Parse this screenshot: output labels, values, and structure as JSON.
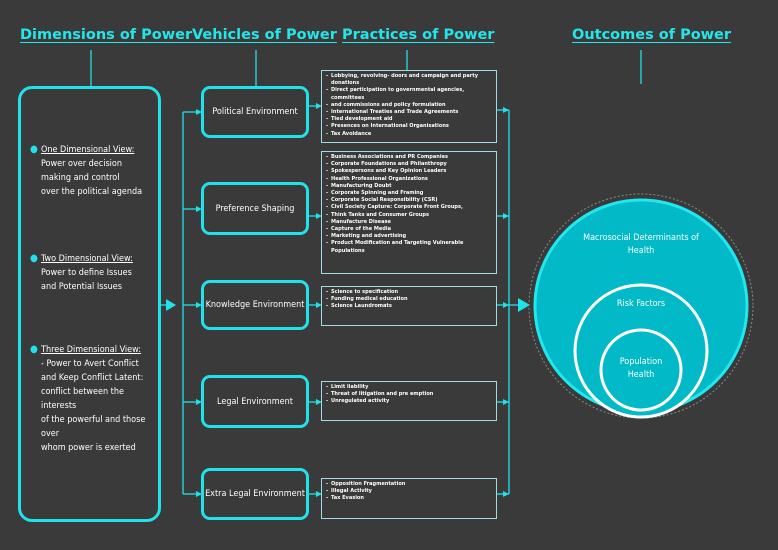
{
  "headers": {
    "dimensions": "Dimensions of Power",
    "vehicles": "Vehicles of Power",
    "practices": "Practices of Power",
    "outcomes": "Outcomes of Power"
  },
  "dimensions": {
    "one": {
      "title": "One Dimensional View:",
      "lines": [
        "Power over decision",
        "making and control",
        "over the political agenda"
      ]
    },
    "two": {
      "title": "Two Dimensional View:",
      "lines": [
        "Power to define Issues",
        "and Potential Issues"
      ]
    },
    "three": {
      "title": "Three Dimensional View:",
      "lines": [
        "- Power to Avert Conflict",
        "and Keep Conflict Latent:",
        "conflict between the interests",
        "of the powerful and those over",
        "whom power is exerted"
      ]
    }
  },
  "vehicles": [
    {
      "label": "Political Environment"
    },
    {
      "label": "Preference Shaping"
    },
    {
      "label": "Knowledge Environment"
    },
    {
      "label": "Legal Environment"
    },
    {
      "label": "Extra Legal Environment"
    }
  ],
  "practices": [
    {
      "items": [
        "Lobbying, revolving- doors and campaign and party donations",
        "Direct participation to governmental agencies, committees",
        "and commissions and policy formulation",
        "International Treaties and Trade Agreements",
        "Tied development aid",
        "Presences on International Organisations",
        "Tax Avoidance"
      ]
    },
    {
      "items": [
        "Business Associations and PR Companies",
        "Corporate Foundations and Philanthropy",
        "Spokespersons and Key Opinion Leaders",
        "Health Professional Organizations",
        "Manufacturing Doubt",
        "Corporate Spinning and Framing",
        "Corporate Social Responsibility (CSR)",
        "Civil Society Capture: Corporate Front Groups,",
        "Think Tanks and Consumer Groups",
        "Manufacture Disease",
        "Capture of the Media",
        "Marketing and advertising",
        "Product Modification and Targeting Vulnerable Populations"
      ]
    },
    {
      "items": [
        "Science to specification",
        "Funding medical education",
        "Science Laundromats"
      ]
    },
    {
      "items": [
        "Limit liability",
        "Threat of litigation and pre emption",
        "Unregulated activity"
      ]
    },
    {
      "items": [
        "Opposition Fragmentation",
        "Illegal Activity",
        "Tax Evasion"
      ]
    }
  ],
  "outcomes": {
    "outer": "Macrosocial Determinants of Health",
    "middle": "Risk Factors",
    "inner": "Population Health"
  },
  "colors": {
    "accent": "#20e2ea",
    "background": "#3a3a3a",
    "circle_fill": "#01b9c7",
    "box_border": "#9fdde0"
  }
}
